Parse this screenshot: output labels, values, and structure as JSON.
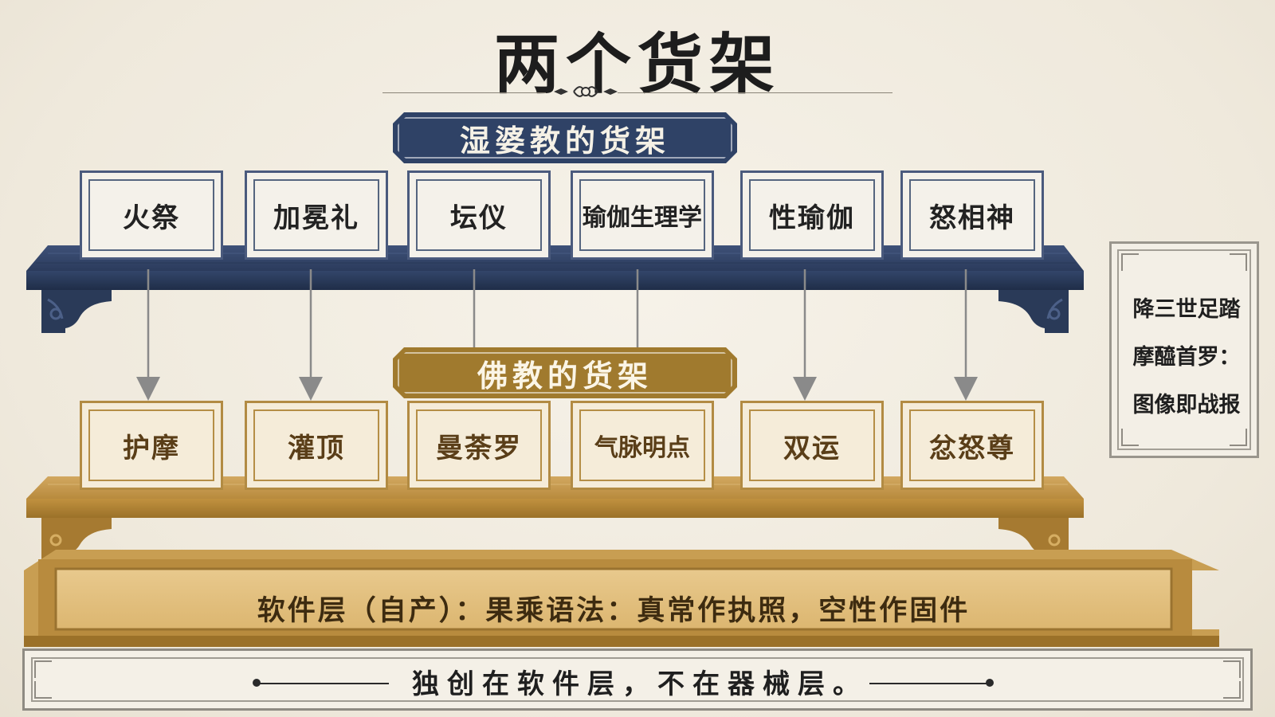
{
  "title": "两个货架",
  "hindu_shelf": {
    "label": "湿婆教的货架",
    "items": [
      "火祭",
      "加冕礼",
      "坛仪",
      "瑜伽生理学",
      "性瑜伽",
      "怒相神"
    ]
  },
  "buddhist_shelf": {
    "label": "佛教的货架",
    "items": [
      "护摩",
      "灌顶",
      "曼荼罗",
      "气脉明点",
      "双运",
      "忿怒尊"
    ]
  },
  "mappings": [
    {
      "from": "火祭",
      "to": "护摩"
    },
    {
      "from": "加冕礼",
      "to": "灌顶"
    },
    {
      "from": "坛仪",
      "to": "曼荼罗"
    },
    {
      "from": "瑜伽生理学",
      "to": "气脉明点"
    },
    {
      "from": "性瑜伽",
      "to": "双运"
    },
    {
      "from": "怒相神",
      "to": "忿怒尊"
    }
  ],
  "side_note": {
    "lines": [
      "降三世足踏",
      "摩醯首罗：",
      "图像即战报"
    ]
  },
  "software_layer": "软件层（自产）：果乘语法：真常作执照，空性作固件",
  "footer": "独创在软件层，不在器械层。",
  "colors": {
    "hindu": "#2f4266",
    "buddhist": "#a07a2e",
    "background": "#f2ede2"
  }
}
